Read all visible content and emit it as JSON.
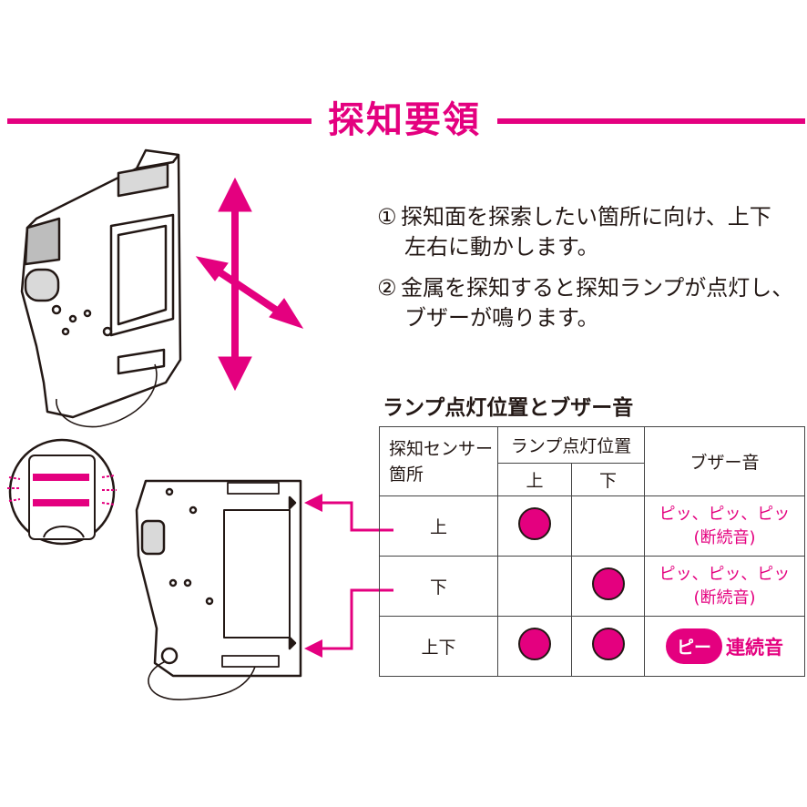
{
  "title": "探知要領",
  "instructions": [
    {
      "num": "①",
      "line1": "探知面を探索したい箇所に向け、上下",
      "line2": "左右に動かします。"
    },
    {
      "num": "②",
      "line1": "金属を探知すると探知ランプが点灯し、",
      "line2": "ブザーが鳴ります。"
    }
  ],
  "table": {
    "caption": "ランプ点灯位置とブザー音",
    "header": {
      "sensor_line1": "探知センサー",
      "sensor_line2": "箇所",
      "lamp": "ランプ点灯位置",
      "up": "上",
      "down": "下",
      "buzzer": "ブザー音"
    },
    "rows": [
      {
        "sensor": "上",
        "lamp_up": true,
        "lamp_down": false,
        "buzzer_line1": "ピッ、ピッ、ピッ",
        "buzzer_line2": "(断続音)"
      },
      {
        "sensor": "下",
        "lamp_up": false,
        "lamp_down": true,
        "buzzer_line1": "ピッ、ピッ、ピッ",
        "buzzer_line2": "(断続音)"
      },
      {
        "sensor": "上下",
        "lamp_up": true,
        "lamp_down": true,
        "buzzer_pill": "ピー",
        "buzzer_text": "連続音"
      }
    ]
  },
  "colors": {
    "accent": "#e4007f",
    "ink": "#231815"
  }
}
